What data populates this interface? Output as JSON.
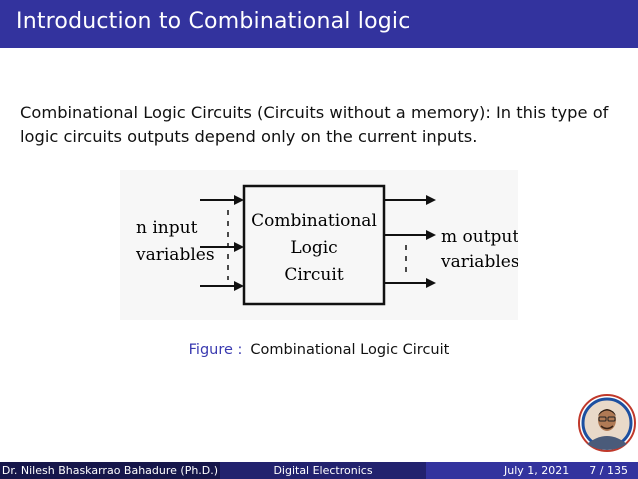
{
  "header": {
    "title": "Introduction to Combinational logic"
  },
  "content": {
    "paragraph": "Combinational Logic Circuits (Circuits without a memory): In this type of logic circuits outputs depend only on the current inputs."
  },
  "figure": {
    "input_label_line1": "n input",
    "input_label_line2": "variables",
    "box_line1": "Combinational",
    "box_line2": "Logic",
    "box_line3": "Circuit",
    "output_label_line1": "m output",
    "output_label_line2": "variables",
    "caption_label": "Figure :",
    "caption_text": "Combinational Logic Circuit"
  },
  "footer": {
    "author": "Dr. Nilesh Bhaskarrao Bahadure (Ph.D.)",
    "course": "Digital Electronics",
    "date": "July 1, 2021",
    "page": "7 / 135"
  },
  "colors": {
    "title_bar": "#33339e",
    "footer_left": "#16164a",
    "footer_mid": "#22226e",
    "footer_right": "#33339e",
    "caption_label": "#3a3ab0"
  }
}
